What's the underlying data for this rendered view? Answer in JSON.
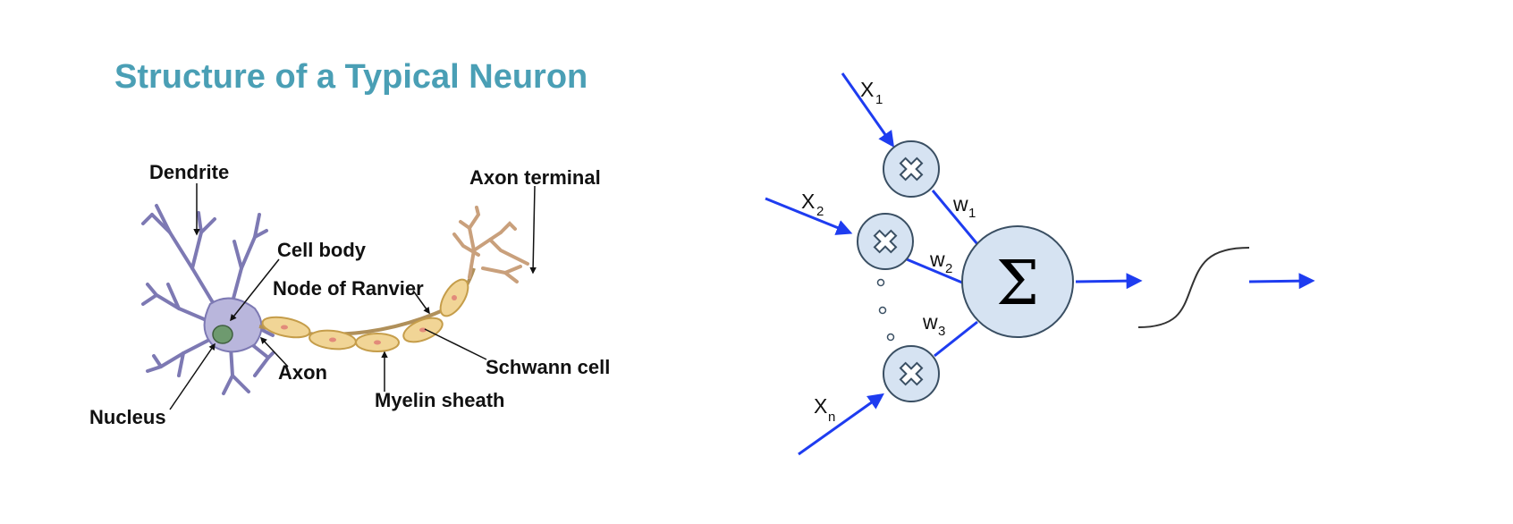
{
  "title": "Structure of a Typical Neuron",
  "colors": {
    "title": "#4a9fb5",
    "arrow": "#1e3cf0",
    "node_fill": "#d6e3f2",
    "node_stroke": "#3a4f63",
    "neuron_body": "#b9b6dc",
    "myelin": "#f1d596",
    "terminal": "#c9a07c",
    "nucleus": "#6e9a6f"
  },
  "neuron_labels": {
    "dendrite": "Dendrite",
    "cell_body": "Cell body",
    "node_of_ranvier": "Node of Ranvier",
    "axon_terminal": "Axon terminal",
    "axon": "Axon",
    "schwann_cell": "Schwann cell",
    "myelin_sheath": "Myelin sheath",
    "nucleus": "Nucleus"
  },
  "perceptron": {
    "inputs": [
      {
        "var": "X",
        "sub": "1"
      },
      {
        "var": "X",
        "sub": "2"
      },
      {
        "var": "X",
        "sub": "n"
      }
    ],
    "weights": [
      {
        "var": "w",
        "sub": "1"
      },
      {
        "var": "w",
        "sub": "2"
      },
      {
        "var": "w",
        "sub": "3"
      }
    ],
    "sum_symbol": "Σ",
    "input_node_icon": "multiply-icon",
    "activation_icon": "sigmoid-curve-icon"
  }
}
